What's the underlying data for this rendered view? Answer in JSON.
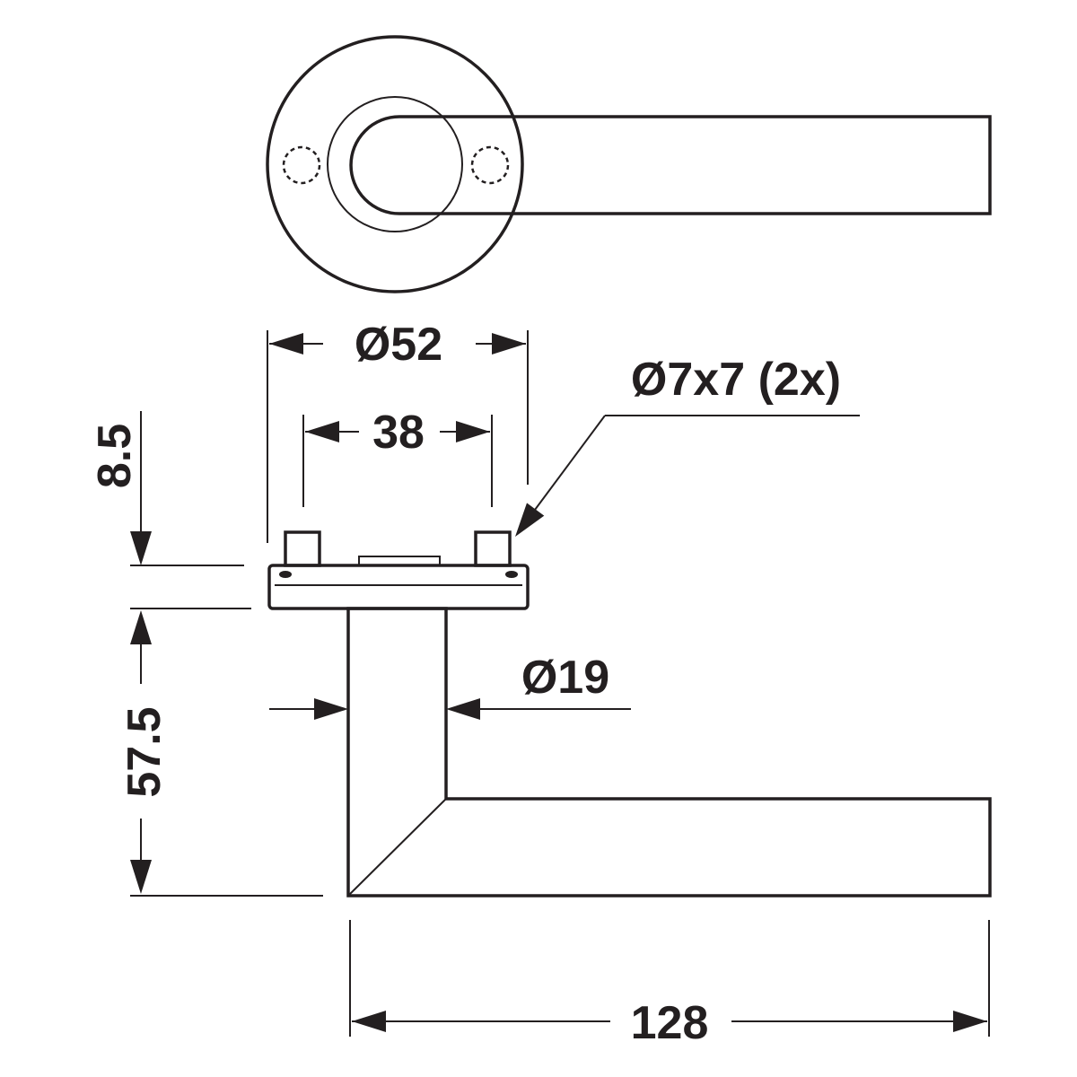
{
  "dimensions": {
    "rose_diameter": "Ø52",
    "screw_spacing": "38",
    "pin_size": "Ø7x7 (2x)",
    "rose_thickness": "8.5",
    "projection": "57.5",
    "bar_diameter": "Ø19",
    "lever_length": "128"
  },
  "colors": {
    "line": "#231f20",
    "background": "#ffffff"
  }
}
